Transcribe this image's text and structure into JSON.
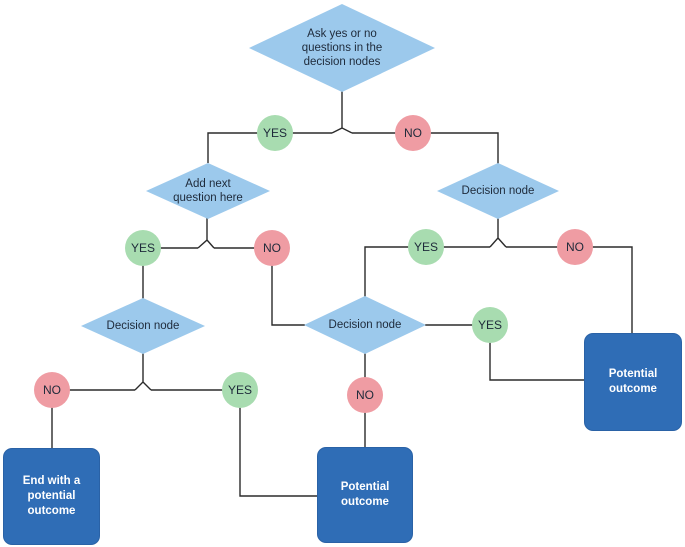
{
  "colors": {
    "decision": "#9cc9ec",
    "yes": "#a8dcb0",
    "no": "#ef9ca3",
    "outcome": "#2f6db6",
    "line": "#2b2b2b"
  },
  "nodes": {
    "root": "Ask yes or no questions in the decision nodes",
    "left_question": "Add next question here",
    "right_decision": "Decision node",
    "left_decision": "Decision node",
    "center_decision": "Decision node"
  },
  "labels": {
    "yes": "YES",
    "no": "NO"
  },
  "outcomes": {
    "right": "Potential outcome",
    "center": "Potential outcome",
    "left": "End with a potential outcome"
  }
}
